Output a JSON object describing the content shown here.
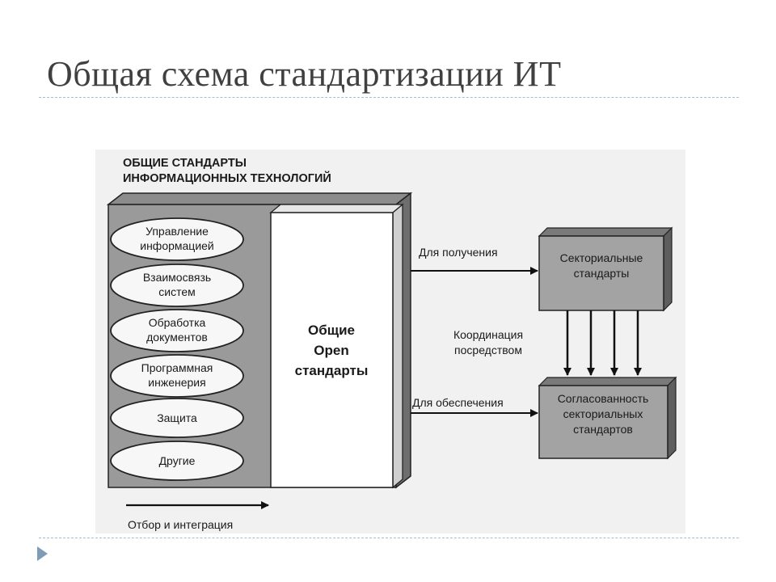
{
  "slide": {
    "title": "Общая схема стандартизации ИТ"
  },
  "diagram": {
    "header_line1": "ОБЩИЕ СТАНДАРТЫ",
    "header_line2": "ИНФОРМАЦИОННЫХ ТЕХНОЛОГИЙ",
    "ovals": [
      {
        "line1": "Управление",
        "line2": "информацией"
      },
      {
        "line1": "Взаимосвязь",
        "line2": "систем"
      },
      {
        "line1": "Обработка",
        "line2": "документов"
      },
      {
        "line1": "Программная",
        "line2": "инженерия"
      },
      {
        "line1": "Защита",
        "line2": ""
      },
      {
        "line1": "Другие",
        "line2": ""
      }
    ],
    "open_box": {
      "line1": "Общие",
      "line2": "Open",
      "line3": "стандарты"
    },
    "arrow_receive_label": "Для получения",
    "arrow_provide_label": "Для обеспечения",
    "coordination_line1": "Координация",
    "coordination_line2": "посредством",
    "sectoral_box": {
      "line1": "Секториальные",
      "line2": "стандарты"
    },
    "consistency_box": {
      "line1": "Согласованность",
      "line2": "секториальных",
      "line3": "стандартов"
    },
    "selection_label": "Отбор и интеграция"
  }
}
